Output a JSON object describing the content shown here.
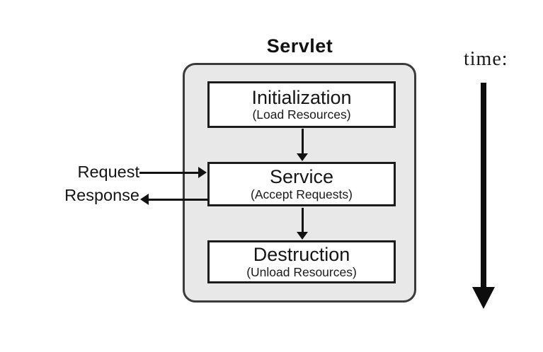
{
  "diagram": {
    "title": "Servlet",
    "stages": [
      {
        "name": "Initialization",
        "subtitle": "(Load Resources)"
      },
      {
        "name": "Service",
        "subtitle": "(Accept Requests)"
      },
      {
        "name": "Destruction",
        "subtitle": "(Unload Resources)"
      }
    ],
    "io": {
      "request": "Request",
      "response": "Response"
    },
    "time_axis": {
      "label": "time:"
    },
    "colors": {
      "background": "#ffffff",
      "container_fill": "#e8e8e8",
      "container_border": "#3b3b3b",
      "box_fill": "#ffffff",
      "box_border": "#1c1c1c",
      "arrow": "#111111",
      "text": "#151515"
    }
  }
}
